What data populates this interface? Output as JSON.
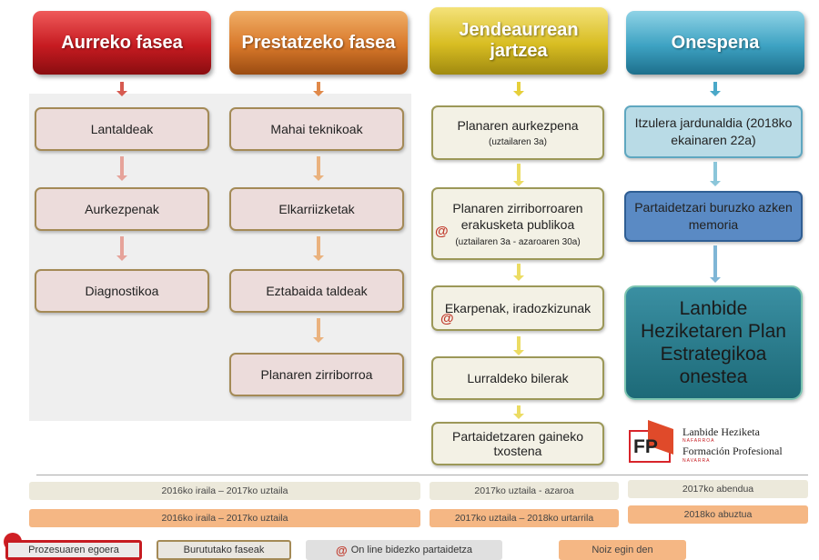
{
  "phases": [
    {
      "title": "Aurreko fasea"
    },
    {
      "title": "Prestatzeko fasea"
    },
    {
      "title": "Jendeaurrean jartzea"
    },
    {
      "title": "Onespena"
    }
  ],
  "col1": {
    "items": [
      "Lantaldeak",
      "Aurkezpenak",
      "Diagnostikoa"
    ]
  },
  "col2": {
    "items": [
      "Mahai teknikoak",
      "Elkarriizketak",
      "Eztabaida taldeak",
      "Planaren zirriborroa"
    ]
  },
  "col3": {
    "item1": {
      "title": "Planaren aurkezpena",
      "date": "(uztailaren 3a)"
    },
    "item2": {
      "title": "Planaren zirriborroaren erakusketa publikoa",
      "date": "(uztailaren 3a - azaroaren 30a)"
    },
    "item3": {
      "title": "Ekarpenak, iradozkizunak"
    },
    "item4": {
      "title": "Lurraldeko bilerak"
    },
    "item5": {
      "title": "Partaidetzaren gaineko txostena"
    }
  },
  "col4": {
    "item1": "Itzulera jardunaldia (2018ko ekainaren 22a)",
    "item2": "Partaidetzari buruzko azken memoria",
    "item3": "Lanbide Heziketaren Plan Estrategikoa onestea"
  },
  "logo": {
    "mark": "FP",
    "line1": "Lanbide Heziketa",
    "sub1": "NAFARROA",
    "line2": "Formación Profesional",
    "sub2": "NAVARRA"
  },
  "timeline": {
    "row1": [
      "2016ko iraila – 2017ko uztaila",
      "2017ko uztaila - azaroa",
      "2017ko abendua"
    ],
    "row2": [
      "2016ko iraila – 2017ko uztaila",
      "2017ko uztaila – 2018ko urtarrila",
      "2018ko abuztua"
    ]
  },
  "legend": {
    "status": "Prozesuaren egoera",
    "done": "Burututako faseak",
    "online_symbol": "@",
    "online": "On line bidezko partaidetza",
    "when": "Noiz egin den"
  },
  "colors": {
    "red": "#c61b21",
    "orange": "#d8782a",
    "yellow": "#d8bd22",
    "blue": "#3da2c2",
    "dark_teal": "#1d6a78",
    "mid_blue": "#4f81bd"
  }
}
